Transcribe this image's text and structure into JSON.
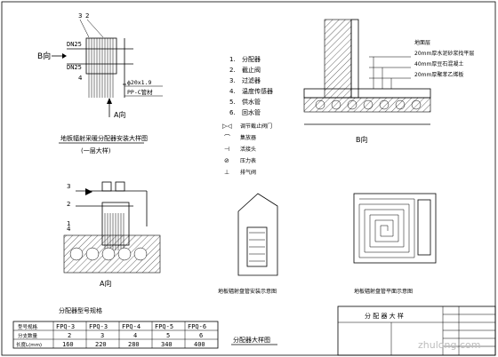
{
  "top_left": {
    "labels": {
      "n3": "3",
      "n2": "2",
      "dn_top": "DN25",
      "dn_bot": "DN25",
      "n4": "4",
      "b_dir": "B向"
    },
    "pipe_spec": "ф20x1.9",
    "pipe_material": "PP-C管材",
    "a_dir": "A向",
    "caption": "地板辐射采暖分配器安装大样图",
    "caption_sub": "(一层大样)"
  },
  "legend": {
    "items": [
      {
        "num": "1.",
        "text": "分配器"
      },
      {
        "num": "2.",
        "text": "截止阀"
      },
      {
        "num": "3.",
        "text": "过滤器"
      },
      {
        "num": "4.",
        "text": "温度传感器"
      },
      {
        "num": "5.",
        "text": "供水管"
      },
      {
        "num": "6.",
        "text": "回水管"
      }
    ],
    "symbols": [
      {
        "sym": "▷◁",
        "text": "调节截止阀门"
      },
      {
        "sym": "⌒",
        "text": "集放器"
      },
      {
        "sym": "⊣",
        "text": "活接头"
      },
      {
        "sym": "⊘",
        "text": "压力表"
      },
      {
        "sym": "⊥",
        "text": "排气阀"
      }
    ]
  },
  "section_b": {
    "layers": [
      "20mm厚水泥砂浆找平层",
      "40mm厚豆石混凝土",
      "20mm厚聚苯乙烯板"
    ],
    "top_label": "地面层",
    "caption": "B向"
  },
  "lower_left": {
    "caption": "A向",
    "nums": [
      "3",
      "2",
      "1",
      "4"
    ]
  },
  "manifold_view": {
    "caption": "地板辐射盘管安装示意图"
  },
  "floor_plan": {
    "caption": "地板辐射盘管平面示意图"
  },
  "table": {
    "title": "分配器型号规格",
    "header": [
      "型号规格",
      "FPQ-3",
      "FPQ-3",
      "FPQ-4",
      "FPQ-5",
      "FPQ-6"
    ],
    "rows": [
      [
        "分支数量",
        "2",
        "3",
        "4",
        "5",
        "6"
      ],
      [
        "长度L(mm)",
        "160",
        "220",
        "280",
        "340",
        "400"
      ]
    ]
  },
  "bottom_caption": "分配器大样图",
  "title_block": {
    "title": "分 配 器 大 样"
  },
  "watermark": "zhulong.com"
}
